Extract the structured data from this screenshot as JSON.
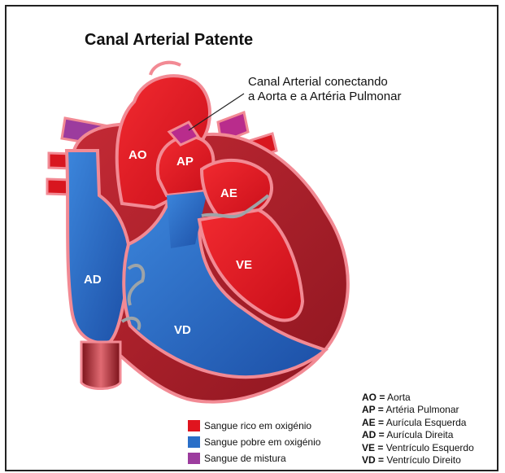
{
  "title": "Canal Arterial Patente",
  "callout": {
    "line1": "Canal Arterial conectando",
    "line2": "a Aorta e a Artéria Pulmonar"
  },
  "labels": {
    "ao": "AO",
    "ap": "AP",
    "ae": "AE",
    "ad": "AD",
    "ve": "VE",
    "vd": "VD"
  },
  "legend": [
    {
      "label": "Sangue rico em oxigénio",
      "color": "#e0141e"
    },
    {
      "label": "Sangue pobre em oxigénio",
      "color": "#2a6fc8"
    },
    {
      "label": "Sangue de mistura",
      "color": "#9c3c9e"
    }
  ],
  "abbreviations": [
    {
      "abbr": "AO =",
      "meaning": "Aorta"
    },
    {
      "abbr": "AP =",
      "meaning": "Artéria Pulmonar"
    },
    {
      "abbr": "AE =",
      "meaning": "Aurícula Esquerda"
    },
    {
      "abbr": "AD =",
      "meaning": "Aurícula Direita"
    },
    {
      "abbr": "VE =",
      "meaning": "Ventrículo Esquerdo"
    },
    {
      "abbr": "VD =",
      "meaning": "Ventrículo Direito"
    }
  ],
  "colors": {
    "oxygenated": "#e0141e",
    "deoxygenated": "#2a6fc8",
    "mixed": "#9c3c9e",
    "muscle": "#b8222e",
    "wall": "#f28a94"
  }
}
